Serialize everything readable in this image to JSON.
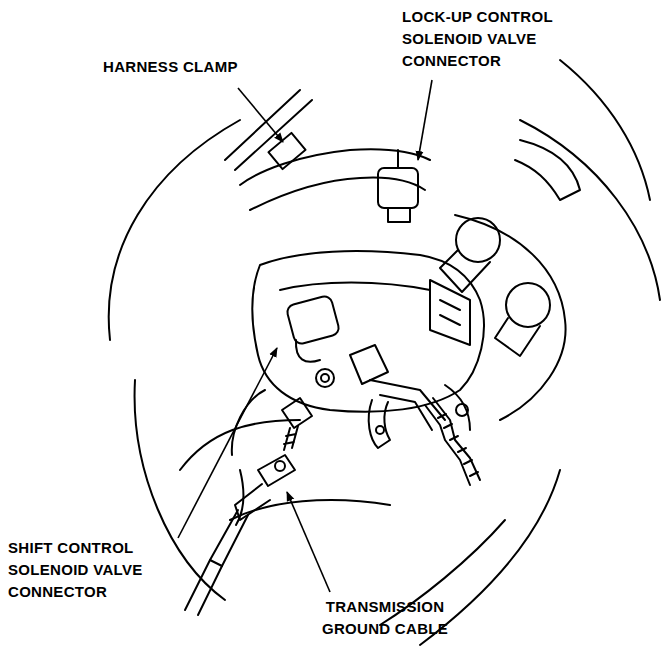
{
  "diagram": {
    "labels": [
      "HARNESS CLAMP",
      "LOCK-UP CONTROL SOLENOID VALVE CONNECTOR",
      "SHIFT CONTROL SOLENOID VALVE CONNECTOR",
      "TRANSMISSION GROUND CABLE"
    ]
  }
}
